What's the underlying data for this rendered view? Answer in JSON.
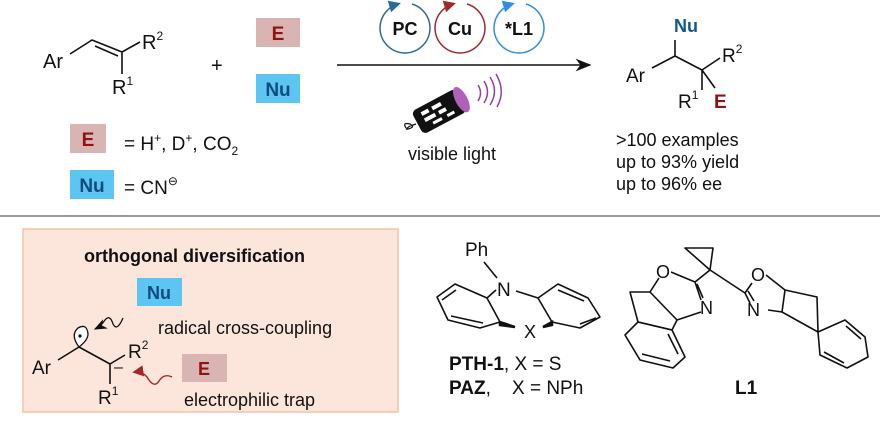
{
  "reactant": {
    "ar": "Ar",
    "r2": "R",
    "r2_sup": "2",
    "r1": "R",
    "r1_sup": "1"
  },
  "plus": "+",
  "reagents": {
    "e": "E",
    "nu": "Nu"
  },
  "legend": {
    "e_label": "E",
    "e_def": "= H",
    "e_sup1": "+",
    "e_def2": ", D",
    "e_sup2": "+",
    "e_def3": ", CO",
    "e_sub": "2",
    "nu_label": "Nu",
    "nu_def": "= CN",
    "nu_sup": "⊖"
  },
  "catalysts": [
    {
      "label": "PC",
      "color": "#2a6b9c"
    },
    {
      "label": "Cu",
      "color": "#a3282a"
    },
    {
      "label": "*L1",
      "color": "#2e8fe0"
    }
  ],
  "conditions": {
    "light": "visible light",
    "light_icon": "flashlight-icon"
  },
  "product": {
    "nu": "Nu",
    "ar": "Ar",
    "r2": "R",
    "r2_sup": "2",
    "r1": "R",
    "r1_sup": "1",
    "e": "E"
  },
  "results": [
    ">100 examples",
    "up to 93% yield",
    "up to 96% ee"
  ],
  "diversification": {
    "title": "orthogonal diversification",
    "nu": "Nu",
    "radical": "radical cross-coupling",
    "e": "E",
    "trap": "electrophilic trap",
    "ar": "Ar",
    "r2": "R",
    "r2_sup": "2",
    "r1": "R",
    "r1_sup": "1",
    "minus": "–"
  },
  "photocatalyst": {
    "ph": "Ph",
    "n": "N",
    "x": "X",
    "line1_name": "PTH-1",
    "line1_rest": ", X = S",
    "line2_name": "PAZ",
    "line2_rest": ",    X = NPh"
  },
  "ligand": {
    "o1": "O",
    "n1": "N",
    "o2": "O",
    "n2": "N",
    "name": "L1"
  },
  "colors": {
    "e_box": "#d8b4b2",
    "e_text": "#8e1414",
    "nu_box": "#5cc5f2",
    "nu_text": "#0e4c7e",
    "panel_bg": "#fce6dc",
    "panel_border": "#f4c4a6"
  }
}
